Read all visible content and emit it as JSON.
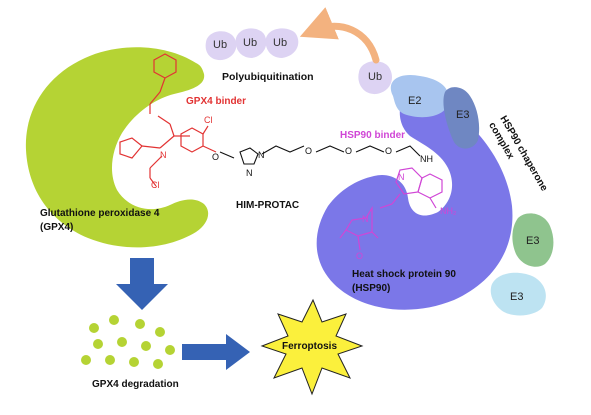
{
  "labels": {
    "polyubiquitination": "Polyubiquitination",
    "gpx4_binder": "GPX4 binder",
    "hsp90_binder": "HSP90 binder",
    "him_protac": "HIM-PROTAC",
    "gpx4_name_line1": "Glutathione peroxidase 4",
    "gpx4_name_line2": "(GPX4)",
    "hsp90_name_line1": "Heat shock protein 90",
    "hsp90_name_line2": "(HSP90)",
    "complex_line1": "HSP90 chaperone",
    "complex_line2": "complex",
    "degradation": "GPX4 degradation",
    "ferroptosis": "Ferroptosis",
    "ub": "Ub",
    "e2": "E2",
    "e3": "E3"
  },
  "chem": {
    "cl": "Cl",
    "nh": "NH",
    "n": "N",
    "o": "O",
    "nh2": "NH₂"
  },
  "colors": {
    "gpx4": "#b5d334",
    "hsp90": "#7b77e8",
    "ub": "#ddd3f3",
    "e2": "#a8c5ef",
    "e3_dark": "#6f87c2",
    "e3_green": "#8fc48e",
    "e3_light": "#bde3f2",
    "arrow": "#3562b4",
    "gpx4_binder": "#e23333",
    "hsp90_binder": "#d046d6",
    "star": "#fbf03c",
    "ub_arrow": "#f3b27f"
  }
}
